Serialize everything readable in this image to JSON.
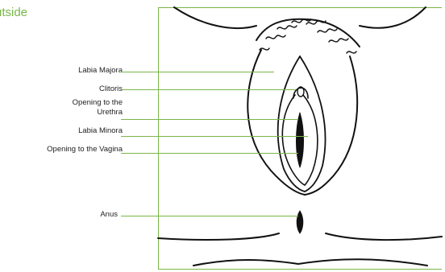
{
  "title": "utside",
  "labels": {
    "labia_majora": "Labia Majora",
    "clitoris": "Clitoris",
    "urethra_line1": "Opening to the",
    "urethra_line2": "Urethra",
    "labia_minora": "Labia Minora",
    "vagina": "Opening to the Vagina",
    "anus": "Anus"
  },
  "colors": {
    "accent": "#7ab648",
    "ink": "#222222"
  }
}
